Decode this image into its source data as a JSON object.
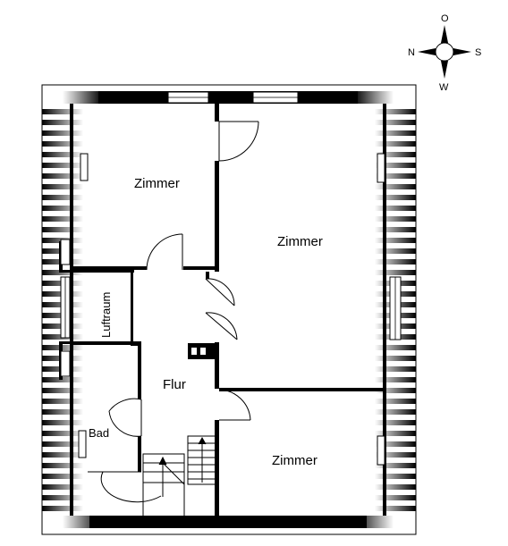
{
  "compass": {
    "north": "N",
    "east": "O",
    "south": "S",
    "west": "W"
  },
  "rooms": {
    "room_top_left": "Zimmer",
    "room_top_right": "Zimmer",
    "room_bottom_right": "Zimmer",
    "luftraum": "Luftraum",
    "flur": "Flur",
    "bad": "Bad"
  }
}
